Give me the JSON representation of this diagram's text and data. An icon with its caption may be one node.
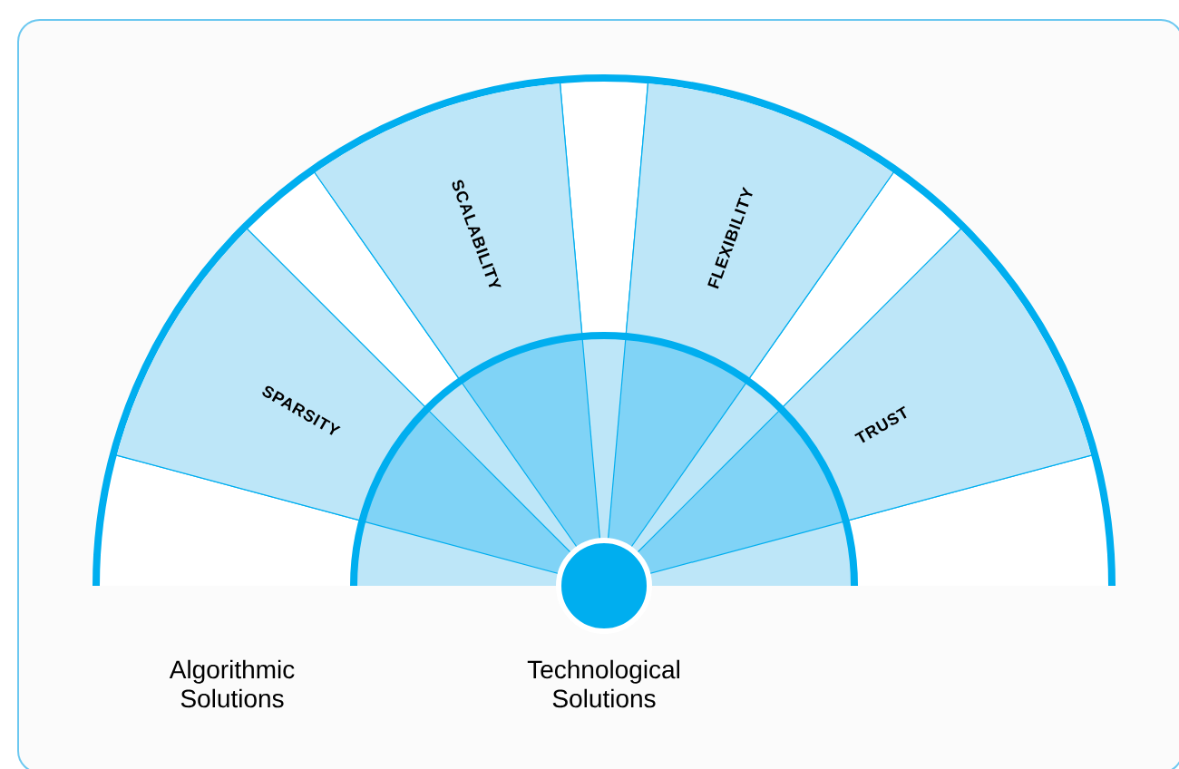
{
  "diagram": {
    "nodes": [
      {
        "text": [
          "Algorithmic Solutions"
        ]
      },
      {
        "text": [
          "SPARSITY"
        ],
        "in": 0
      },
      {
        "text": [
          "SCALABILITY"
        ],
        "in": 0
      },
      {
        "text": [
          "FLEXIBILITY"
        ],
        "in": 0
      },
      {
        "text": [
          "TRUST"
        ],
        "in": 0
      },
      {
        "text": [
          "Technological Solutions"
        ],
        "in": 0
      }
    ]
  }
}
